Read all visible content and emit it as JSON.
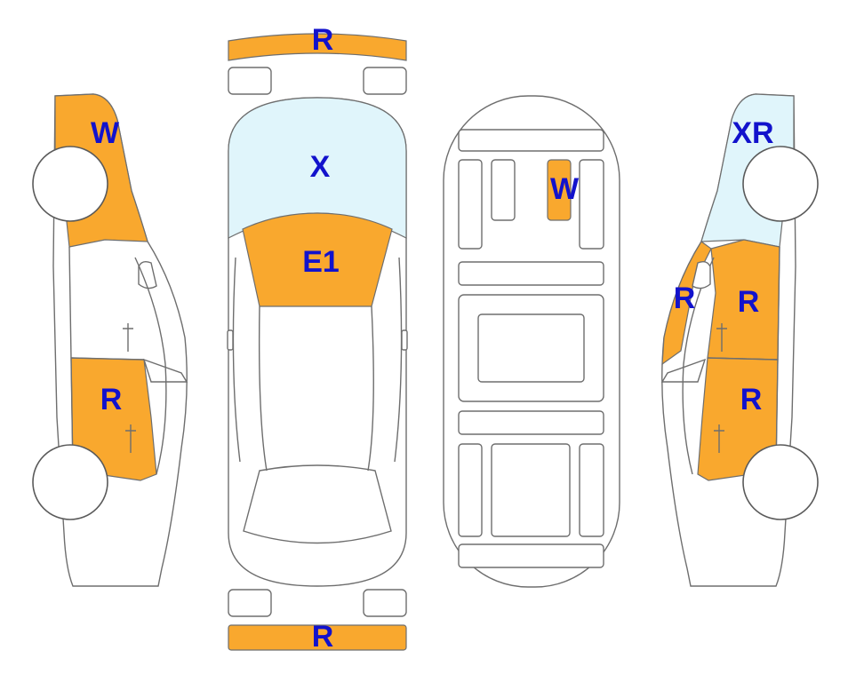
{
  "colors": {
    "repair": "#f9a82e",
    "glass": "#e0f5fb",
    "label": "#1212cc",
    "outline": "#6e6e6e"
  },
  "labels": {
    "front_bumper": "R",
    "rear_bumper": "R",
    "windshield": "X",
    "hood": "E1",
    "roof_panel": "W",
    "left_front_fender": "W",
    "left_rear_door": "R",
    "right_front_fender": "XR",
    "right_front_pillar": "R",
    "right_front_door": "R",
    "right_rear_door": "R"
  }
}
